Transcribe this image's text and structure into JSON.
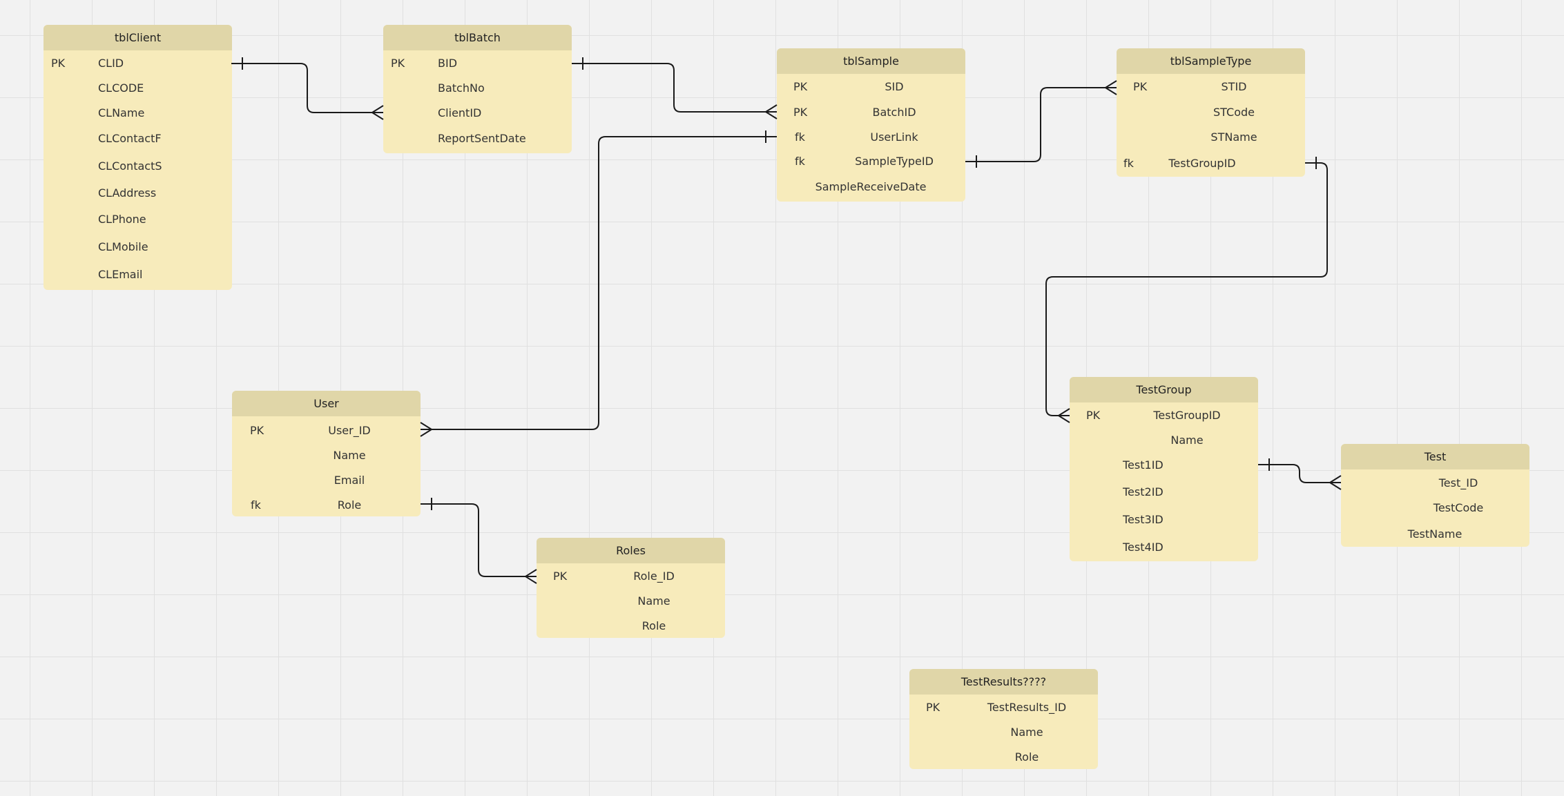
{
  "entities": {
    "tblClient": {
      "title": "tblClient",
      "rows": [
        {
          "key": "PK",
          "field": "CLID"
        },
        {
          "key": "",
          "field": "CLCODE"
        },
        {
          "key": "",
          "field": "CLName"
        },
        {
          "key": "",
          "field": "CLContactF"
        },
        {
          "key": "",
          "field": "CLContactS"
        },
        {
          "key": "",
          "field": "CLAddress"
        },
        {
          "key": "",
          "field": "CLPhone"
        },
        {
          "key": "",
          "field": "CLMobile"
        },
        {
          "key": "",
          "field": "CLEmail"
        }
      ]
    },
    "tblBatch": {
      "title": "tblBatch",
      "rows": [
        {
          "key": "PK",
          "field": "BID"
        },
        {
          "key": "",
          "field": "BatchNo"
        },
        {
          "key": "",
          "field": "ClientID"
        },
        {
          "key": "",
          "field": "ReportSentDate"
        }
      ]
    },
    "tblSample": {
      "title": "tblSample",
      "rows": [
        {
          "key": "PK",
          "field": "SID"
        },
        {
          "key": "PK",
          "field": "BatchID"
        },
        {
          "key": "fk",
          "field": "UserLink"
        },
        {
          "key": "fk",
          "field": "SampleTypeID"
        },
        {
          "key": "",
          "field": "SampleReceiveDate"
        }
      ]
    },
    "tblSampleType": {
      "title": "tblSampleType",
      "rows": [
        {
          "key": "PK",
          "field": "STID"
        },
        {
          "key": "",
          "field": "STCode"
        },
        {
          "key": "",
          "field": "STName"
        },
        {
          "key": "fk",
          "field": "TestGroupID"
        }
      ]
    },
    "User": {
      "title": "User",
      "rows": [
        {
          "key": "PK",
          "field": "User_ID"
        },
        {
          "key": "",
          "field": "Name"
        },
        {
          "key": "",
          "field": "Email"
        },
        {
          "key": "fk",
          "field": "Role"
        }
      ]
    },
    "Roles": {
      "title": "Roles",
      "rows": [
        {
          "key": "PK",
          "field": "Role_ID"
        },
        {
          "key": "",
          "field": "Name"
        },
        {
          "key": "",
          "field": "Role"
        }
      ]
    },
    "TestGroup": {
      "title": "TestGroup",
      "rows": [
        {
          "key": "PK",
          "field": "TestGroupID"
        },
        {
          "key": "",
          "field": "Name"
        },
        {
          "key": "",
          "field": "Test1ID"
        },
        {
          "key": "",
          "field": "Test2ID"
        },
        {
          "key": "",
          "field": "Test3ID"
        },
        {
          "key": "",
          "field": "Test4ID"
        }
      ]
    },
    "Test": {
      "title": "Test",
      "rows": [
        {
          "key": "",
          "field": "Test_ID"
        },
        {
          "key": "",
          "field": "TestCode"
        },
        {
          "key": "",
          "field": "TestName"
        }
      ]
    },
    "TestResults": {
      "title": "TestResults????",
      "rows": [
        {
          "key": "PK",
          "field": "TestResults_ID"
        },
        {
          "key": "",
          "field": "Name"
        },
        {
          "key": "",
          "field": "Role"
        }
      ]
    }
  },
  "colors": {
    "entity_body": "#f7ebbb",
    "entity_header": "#e0d6a8",
    "connector": "#1a1a1a",
    "canvas": "#f2f2f2",
    "grid": "#e0e0e0"
  },
  "relationships": [
    {
      "from": "tblClient.CLID",
      "to": "tblBatch.ClientID",
      "from_end": "one",
      "to_end": "many"
    },
    {
      "from": "tblBatch.BID",
      "to": "tblSample.BatchID",
      "from_end": "one",
      "to_end": "many"
    },
    {
      "from": "tblSample.UserLink",
      "to": "User.User_ID",
      "from_end": "one",
      "to_end": "many"
    },
    {
      "from": "tblSample.SampleTypeID",
      "to": "tblSampleType.STID",
      "from_end": "one",
      "to_end": "many"
    },
    {
      "from": "tblSampleType.TestGroupID",
      "to": "TestGroup.TestGroupID",
      "from_end": "one",
      "to_end": "many"
    },
    {
      "from": "User.Role",
      "to": "Roles.Role_ID",
      "from_end": "one",
      "to_end": "many"
    },
    {
      "from": "TestGroup.Test1ID",
      "to": "Test.Test_ID",
      "from_end": "one",
      "to_end": "many"
    }
  ]
}
